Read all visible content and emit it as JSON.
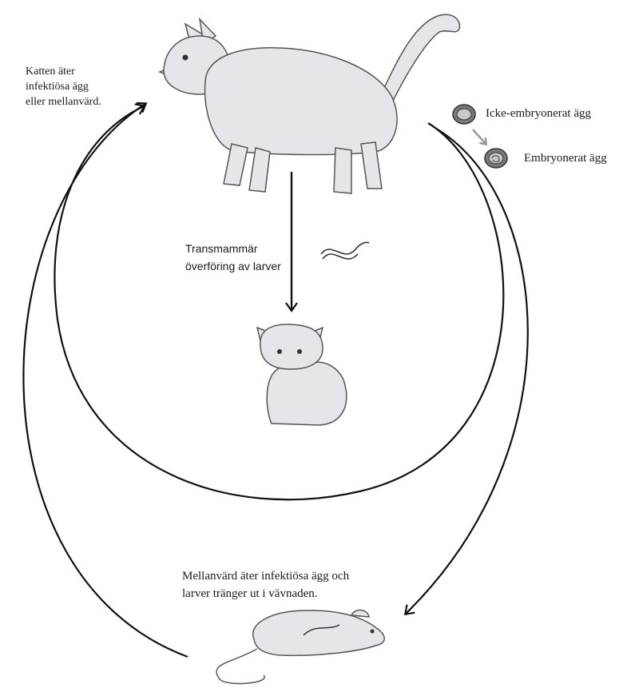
{
  "labels": {
    "cat_eats": "Katten äter\ninfektiösa ägg\neller mellanvärd.",
    "transmammary": "Transmammär\növerföring av larver",
    "egg_unembryonated": "Icke-embryonerat ägg",
    "egg_embryonated": "Embryonerat ägg",
    "intermediate_host": "Mellanvärd äter infektiösa ägg och\nlarver tränger ut i vävnaden."
  },
  "colors": {
    "stroke": "#111111",
    "sketch": "#555555",
    "fur": "#e6e6ea",
    "egg_arrow": "#9a9a9a"
  }
}
